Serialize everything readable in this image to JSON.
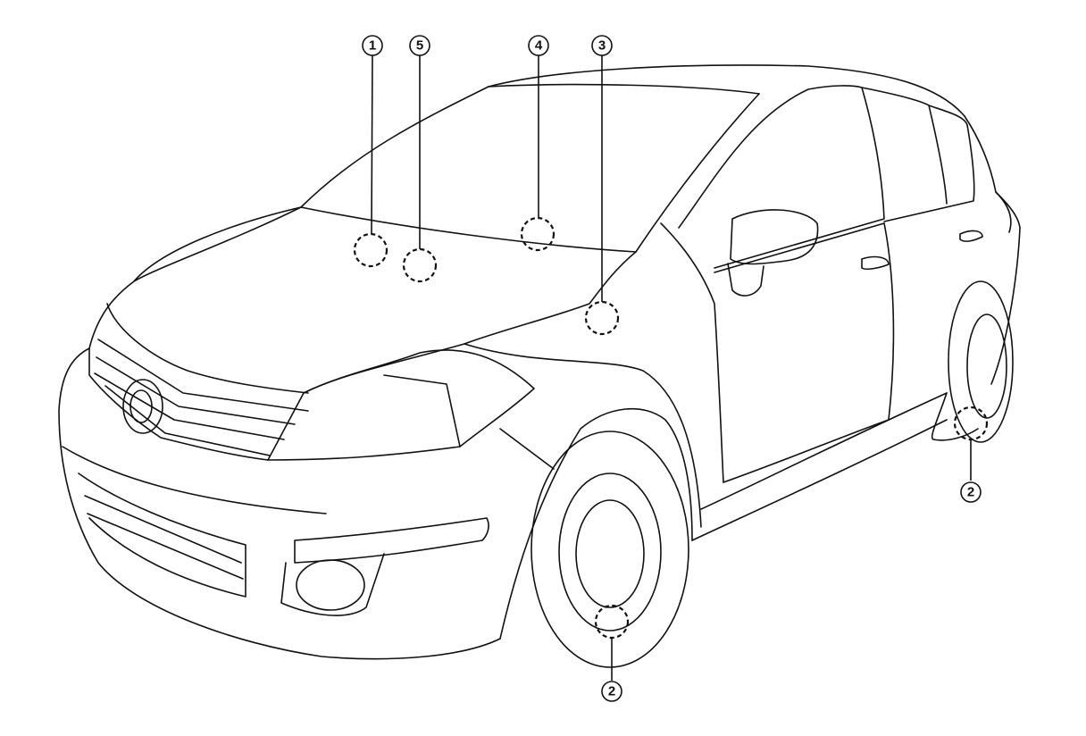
{
  "callouts": [
    {
      "number": "1"
    },
    {
      "number": "5"
    },
    {
      "number": "4"
    },
    {
      "number": "3"
    },
    {
      "number": "2"
    },
    {
      "number": "2"
    }
  ]
}
